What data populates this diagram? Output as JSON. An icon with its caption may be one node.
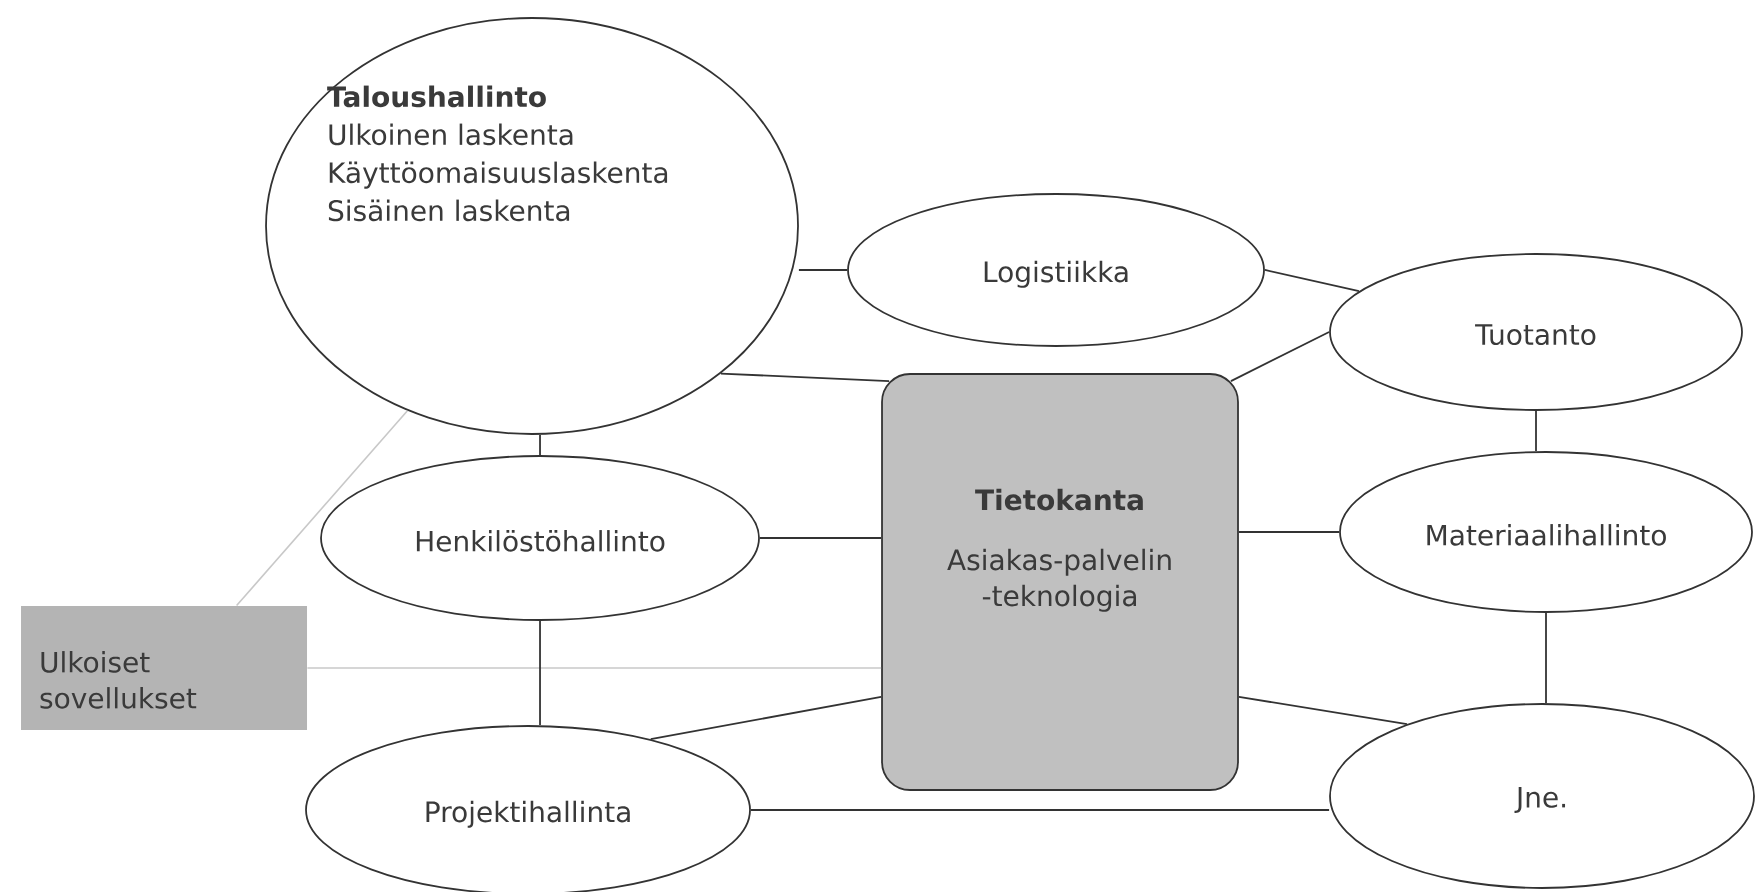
{
  "diagram": {
    "nodes": [
      {
        "text": [
          "Taloushallinto",
          "Ulkoinen laskenta",
          "Käyttöomaisuuslaskenta",
          "Sisäinen laskenta"
        ]
      },
      {
        "text": [
          "Logistiikka"
        ]
      },
      {
        "text": [
          "Tuotanto"
        ]
      },
      {
        "text": [
          "Tietokanta",
          "Asiakas-palvelin -teknologia"
        ]
      },
      {
        "text": [
          "Henkilöstöhallinto"
        ]
      },
      {
        "text": [
          "Materiaalihallinto"
        ]
      },
      {
        "text": [
          "Ulkoiset sovellukset"
        ]
      },
      {
        "text": [
          "Projektihallinta"
        ]
      },
      {
        "text": [
          "Jne."
        ]
      }
    ],
    "edges": [
      {
        "from": 0,
        "to": 1,
        "arrow": "none"
      },
      {
        "from": 0,
        "to": 3,
        "arrow": "none"
      },
      {
        "from": 1,
        "to": 2,
        "arrow": "none"
      },
      {
        "from": 3,
        "to": 2,
        "arrow": "none"
      },
      {
        "from": 0,
        "to": 4,
        "arrow": "none"
      },
      {
        "from": 4,
        "to": 3,
        "arrow": "none"
      },
      {
        "from": 2,
        "to": 5,
        "arrow": "none"
      },
      {
        "from": 3,
        "to": 5,
        "arrow": "none"
      },
      {
        "from": 6,
        "to": 0,
        "arrow": "none",
        "color": "#c8c8c8"
      },
      {
        "from": 6,
        "to": 3,
        "arrow": "none",
        "color": "#c8c8c8"
      },
      {
        "from": 4,
        "to": 7,
        "arrow": "none"
      },
      {
        "from": 7,
        "to": 3,
        "arrow": "none"
      },
      {
        "from": 3,
        "to": 8,
        "arrow": "none"
      },
      {
        "from": 5,
        "to": 8,
        "arrow": "none"
      },
      {
        "from": 7,
        "to": 8,
        "arrow": "none"
      }
    ]
  }
}
